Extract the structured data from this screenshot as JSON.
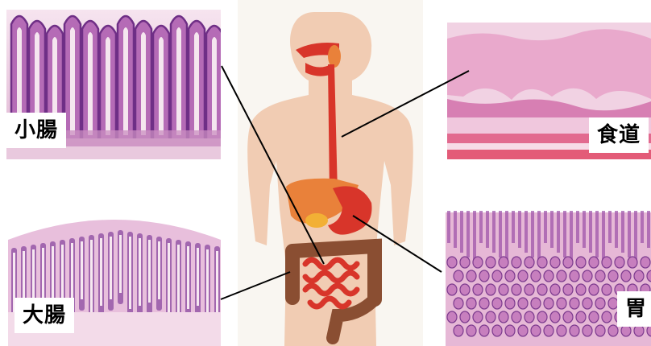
{
  "labels": {
    "small_intestine": "小腸",
    "esophagus": "食道",
    "large_intestine": "大腸",
    "stomach": "胃"
  },
  "colors": {
    "tissue_bg": "#efd2e6",
    "tissue_dark": "#8b4aa0",
    "tissue_mid": "#c07ac0",
    "body_skin": "#f1ccb3",
    "digestive_red": "#d8352a",
    "liver_orange": "#e9813a",
    "colon_brown": "#8a4e32",
    "pointer_line": "#000000"
  }
}
